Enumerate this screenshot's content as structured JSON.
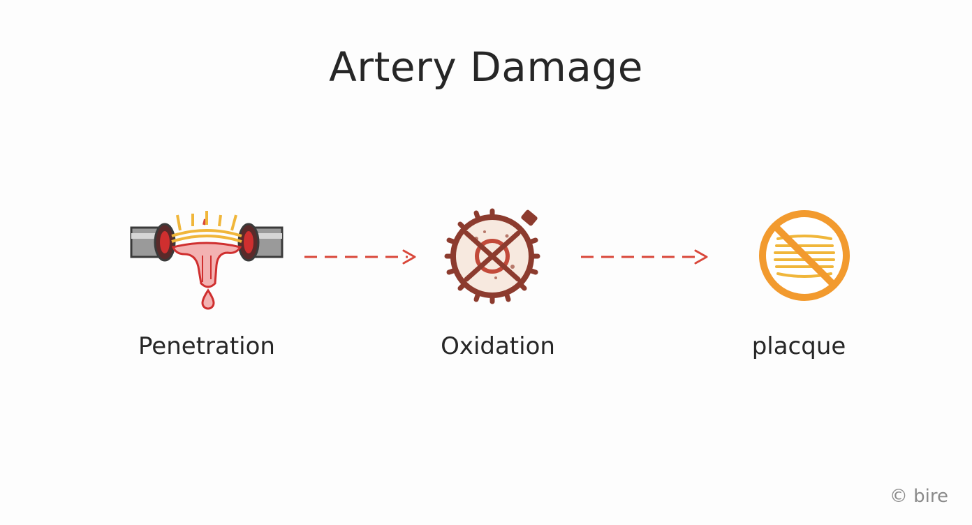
{
  "title": "Artery Damage",
  "steps": [
    {
      "label": "Penetration",
      "icon": "artery-penetration-icon"
    },
    {
      "label": "Oxidation",
      "icon": "oxidation-icon"
    },
    {
      "label": "placque",
      "icon": "no-plaque-icon"
    }
  ],
  "watermark": "© bire",
  "colors": {
    "arrow": "#d9473a",
    "oxidation": "#8c3b2e",
    "plaque": "#f29a2e",
    "blood": "#cf2f2f",
    "fat": "#f0b63a"
  }
}
